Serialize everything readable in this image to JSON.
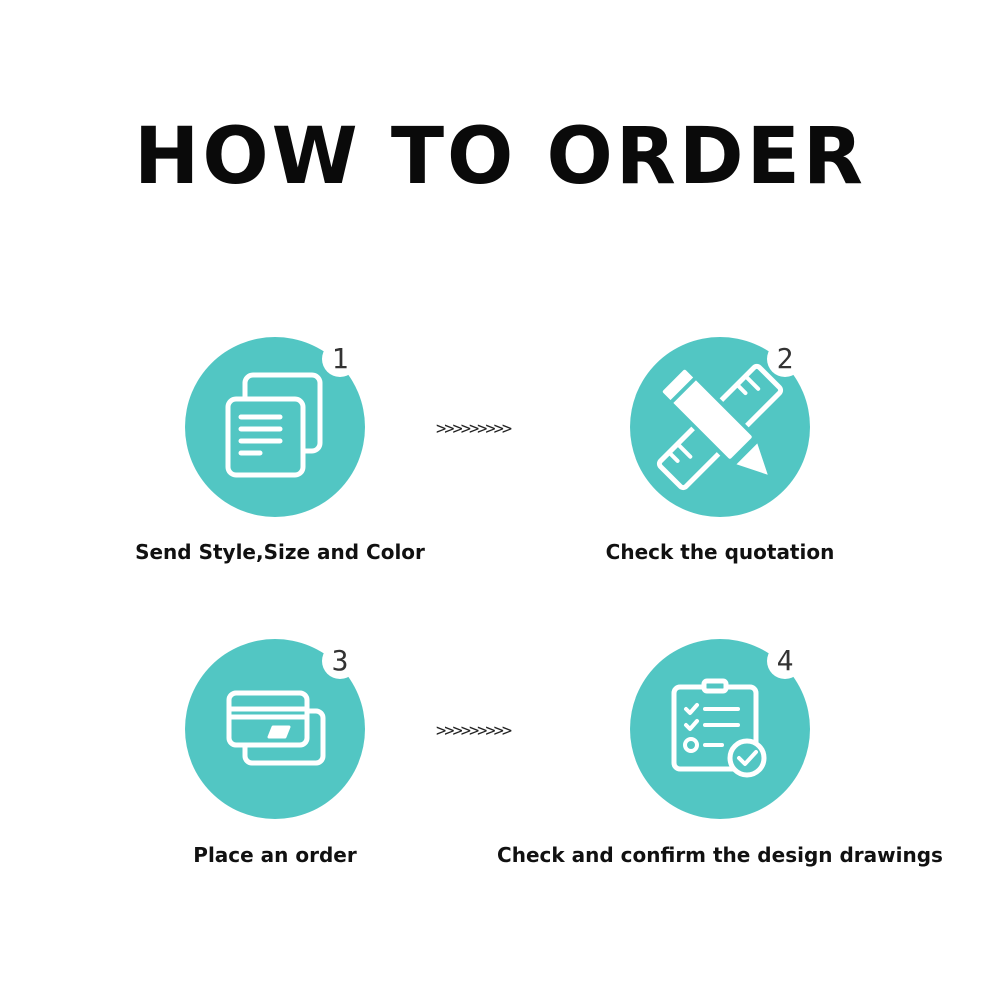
{
  "title": "HOW TO ORDER",
  "arrow_text": ">>>>>>>>>",
  "accent_color": "#52c6c3",
  "steps": [
    {
      "number": "1",
      "label": "Send Style,Size and Color",
      "icon": "documents-icon"
    },
    {
      "number": "2",
      "label": "Check the quotation",
      "icon": "pencil-ruler-icon"
    },
    {
      "number": "3",
      "label": "Place an order",
      "icon": "credit-card-icon"
    },
    {
      "number": "4",
      "label": "Check and confirm the design drawings",
      "icon": "clipboard-check-icon"
    }
  ]
}
